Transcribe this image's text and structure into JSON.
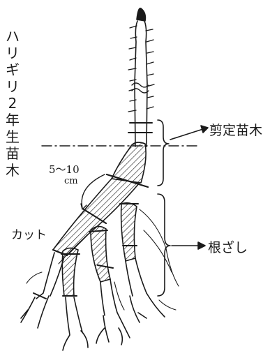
{
  "labels": {
    "seedling_vertical": "ハリギリ2年生苗木",
    "pruned_seedling": "剪定苗木",
    "length_value": "5～10",
    "length_unit": "cm",
    "cut": "カット",
    "root_cuttings": "根ざし"
  }
}
